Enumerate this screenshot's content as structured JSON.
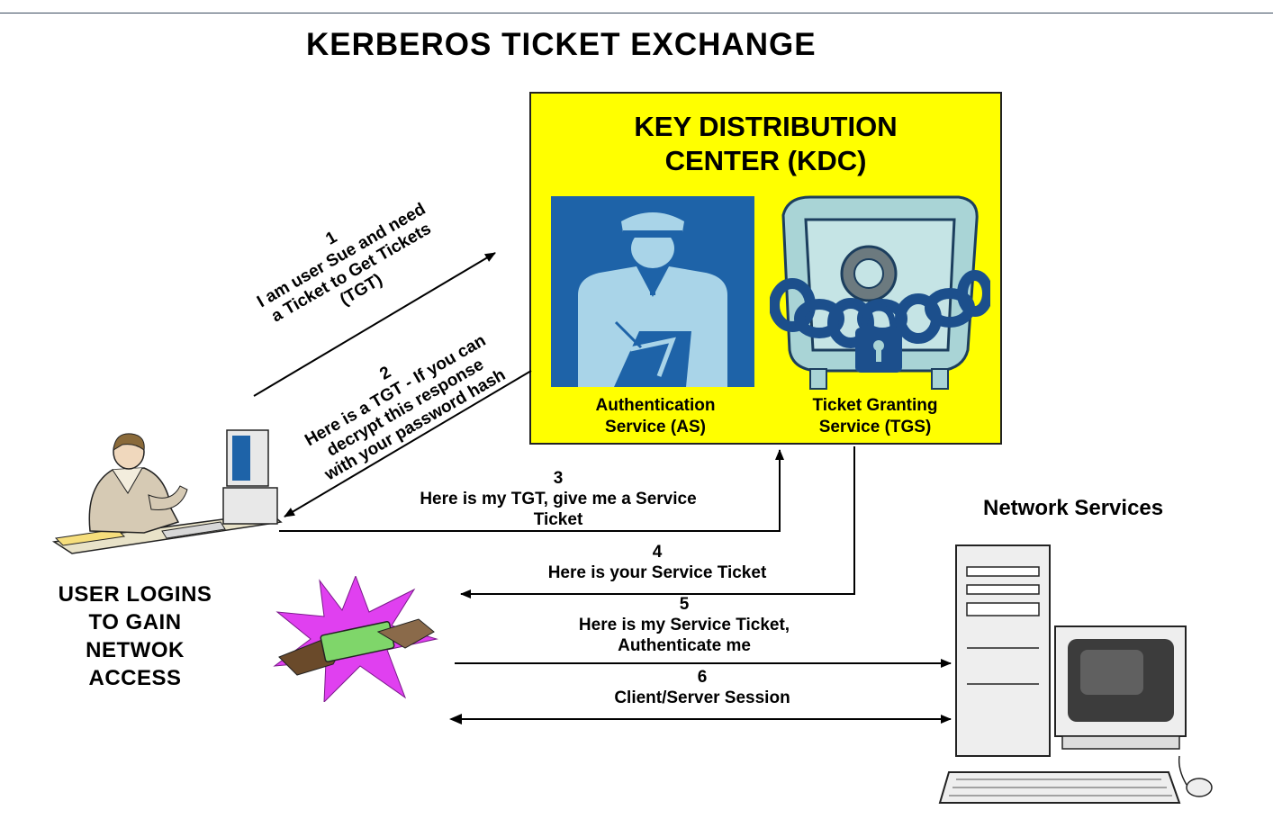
{
  "title": "KERBEROS TICKET EXCHANGE",
  "kdc": {
    "title_lines": [
      "KEY DISTRIBUTION",
      "CENTER (KDC)"
    ],
    "as_label_lines": [
      "Authentication",
      "Service (AS)"
    ],
    "tgs_label_lines": [
      "Ticket Granting",
      "Service (TGS)"
    ]
  },
  "steps": [
    {
      "num": "1",
      "lines": [
        "I am user Sue and need",
        "a Ticket to Get Tickets",
        "(TGT)"
      ]
    },
    {
      "num": "2",
      "lines": [
        "Here is a TGT - If you can",
        "decrypt  this response",
        "with your password hash"
      ]
    },
    {
      "num": "3",
      "lines": [
        "Here is my TGT, give me a Service",
        "Ticket"
      ]
    },
    {
      "num": "4",
      "lines": [
        "Here is your Service Ticket"
      ]
    },
    {
      "num": "5",
      "lines": [
        "Here is my Service Ticket,",
        "Authenticate me"
      ]
    },
    {
      "num": "6",
      "lines": [
        "Client/Server Session"
      ]
    }
  ],
  "user_caption_lines": [
    "USER LOGINS",
    "TO GAIN",
    "NETWOK",
    "ACCESS"
  ],
  "network_services_label": "Network Services",
  "icons": [
    "user-at-computer-icon",
    "guard-icon",
    "vault-icon",
    "ticket-exchange-icon",
    "server-computer-icon"
  ],
  "colors": {
    "kdc_background": "#ffff00",
    "as_panel": "#1e63a8",
    "vault": "#a9d4d6",
    "chain": "#1c4f8c",
    "burst": "#e040f0"
  }
}
